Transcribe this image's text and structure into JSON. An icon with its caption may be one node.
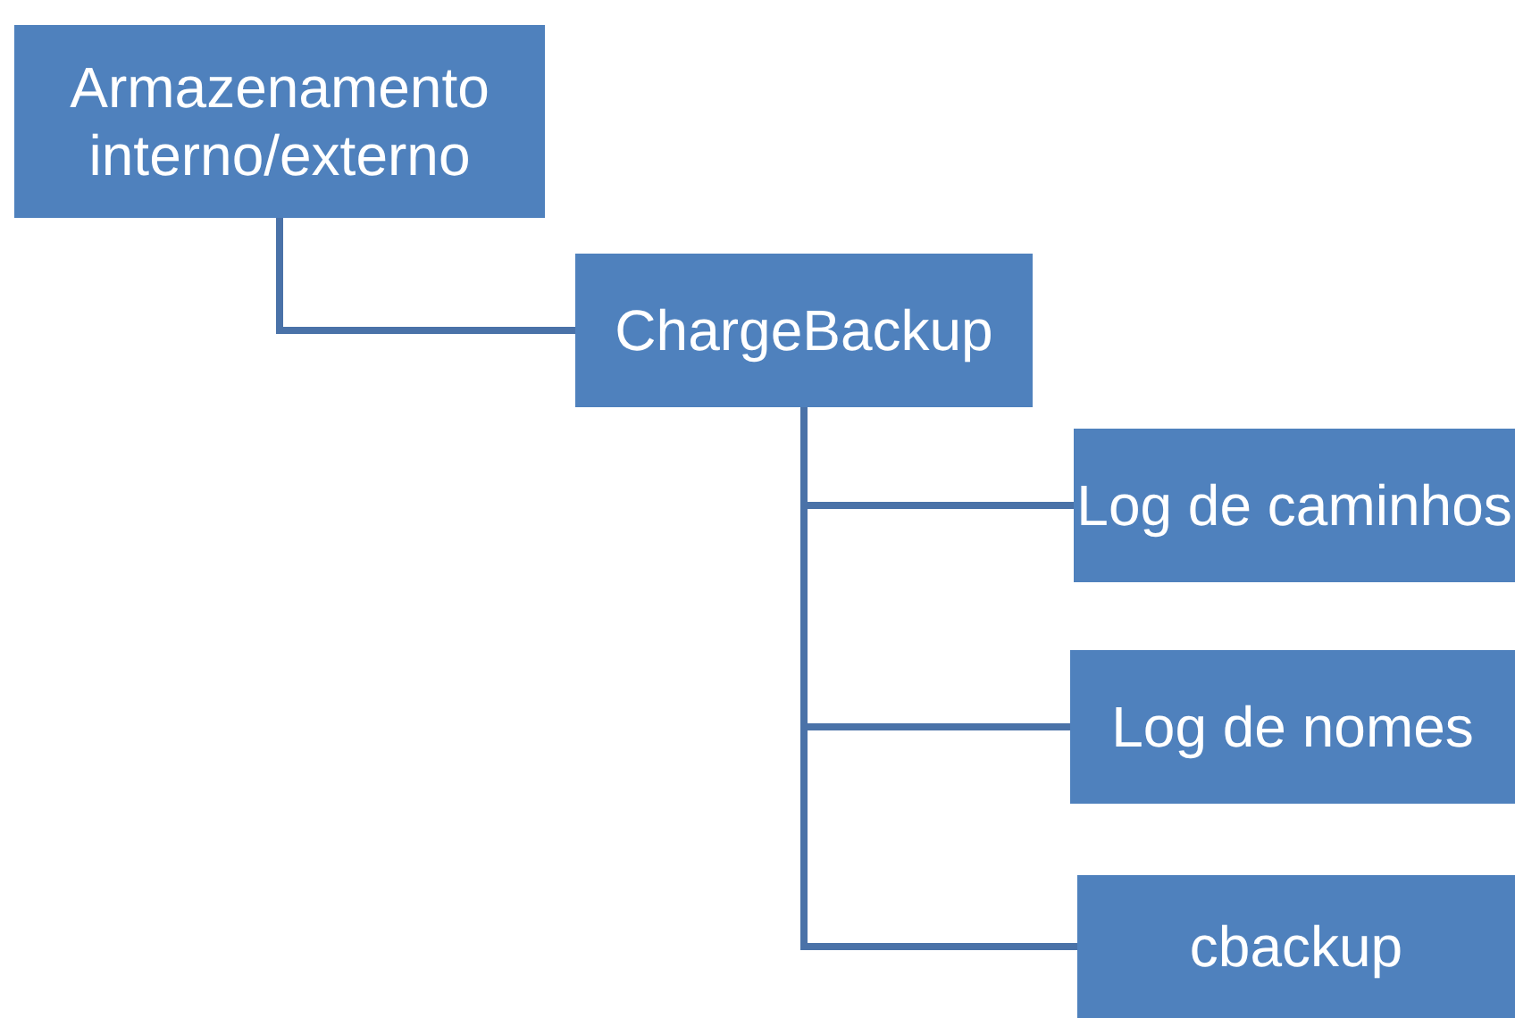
{
  "diagram": {
    "nodes": [
      {
        "text": [
          "Armazenamento interno/externo"
        ]
      },
      {
        "text": [
          "ChargeBackup"
        ]
      },
      {
        "text": [
          "Log de caminhos"
        ]
      },
      {
        "text": [
          "Log de nomes"
        ]
      },
      {
        "text": [
          "cbackup"
        ]
      }
    ],
    "edges": [
      {
        "from": 0,
        "to": 1,
        "arrow": "none"
      },
      {
        "from": 1,
        "to": 2,
        "arrow": "none"
      },
      {
        "from": 1,
        "to": 3,
        "arrow": "none"
      },
      {
        "from": 1,
        "to": 4,
        "arrow": "none"
      }
    ]
  }
}
